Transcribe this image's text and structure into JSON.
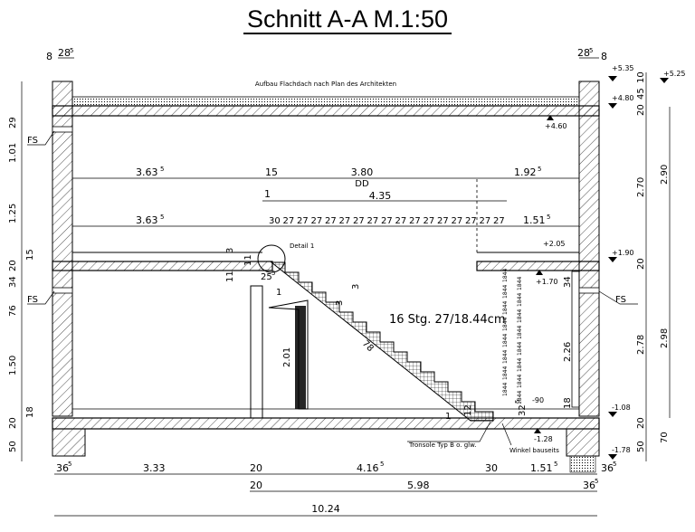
{
  "title": "Schnitt A-A  M.1:50",
  "notes": {
    "roof": "Aufbau Flachdach nach Plan des Architekten",
    "detail": "Detail 1",
    "stairs": "16 Stg. 27/18.44cm",
    "bracket": "Tronsole Typ B  o. glw.",
    "angle": "Winkel bauseits",
    "dd": "DD",
    "fs": "FS"
  },
  "top_dims": {
    "left_a": "8",
    "left_b": "28",
    "left_b_sup": "5",
    "right_a": "28",
    "right_a_sup": "5",
    "right_b": "8"
  },
  "levels": {
    "l535": "+5.35",
    "l525": "+5.25",
    "l480": "+4.80",
    "l460": "+4.60",
    "l205": "+2.05",
    "l190": "+1.90",
    "l170": "+1.70",
    "lm090": "-90",
    "lm108": "-1.08",
    "lm128": "-1.28",
    "lm178": "-1.78"
  },
  "upper_dims": {
    "a": "3.63",
    "a_sup": "5",
    "b": "15",
    "c": "3.80",
    "d": "1.92",
    "d_sup": "5",
    "e": "1",
    "f": "4.35",
    "g": "3.63",
    "g_sup": "5",
    "h": "1.51",
    "h_sup": "5",
    "treads": [
      "30",
      "27",
      "27",
      "27",
      "27",
      "27",
      "27",
      "27",
      "27",
      "27",
      "27",
      "27",
      "27",
      "27",
      "27",
      "27",
      "27"
    ]
  },
  "left_dims": [
    "29",
    "1.01",
    "1.25",
    "15",
    "20",
    "34",
    "76",
    "1.50",
    "20",
    "18",
    "50"
  ],
  "right_dims": {
    "r10": "10",
    "r45": "45",
    "r20a": "20",
    "r270": "2.70",
    "r290": "2.90",
    "r20b": "20",
    "r278": "2.78",
    "r298": "2.98",
    "r20c": "20",
    "r50": "50",
    "r70": "70",
    "r226": "2.26",
    "r34": "34",
    "r18": "18"
  },
  "inner_dims": {
    "d3": "3",
    "d11a": "11",
    "d11b": "11",
    "d25": "25",
    "d25_sup": "5",
    "d1a": "1",
    "d3b": "3",
    "d3c": "3",
    "d201": "2.01",
    "d78": "78",
    "d1b": "1",
    "d12": "12",
    "d32": "32",
    "d32_sup": "5",
    "riser": "18",
    "riser_sup": "44"
  },
  "bottom_dims": {
    "row1": [
      "36",
      "3.33",
      "20",
      "4.16",
      "30",
      "1.51",
      "36"
    ],
    "row1_sup": [
      "5",
      "",
      "",
      "5",
      "",
      "5",
      "5"
    ],
    "row2": [
      "20",
      "5.98",
      "36"
    ],
    "row2_sup": [
      "",
      "",
      "5"
    ],
    "total": "10.24"
  }
}
